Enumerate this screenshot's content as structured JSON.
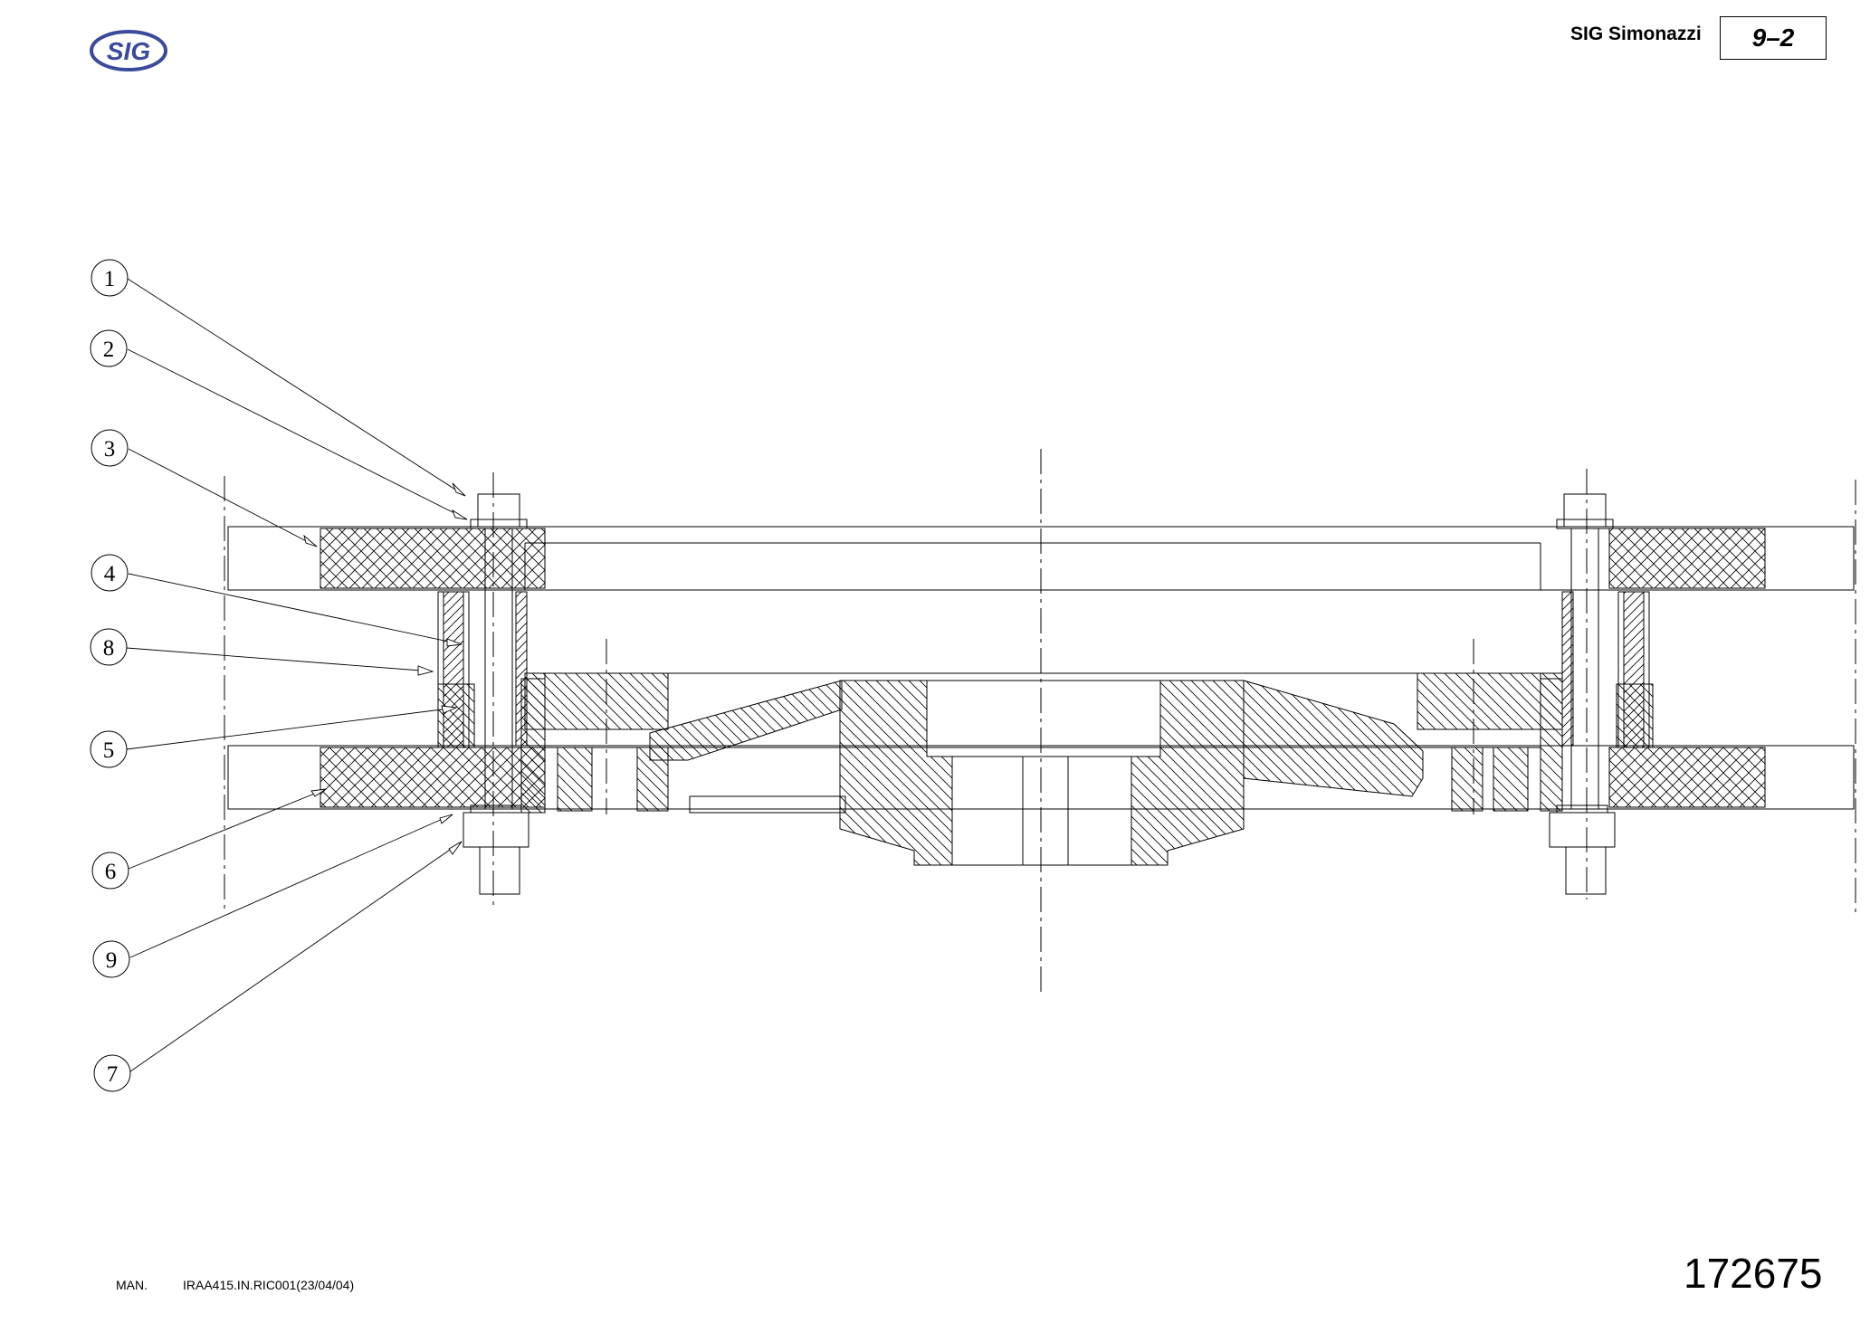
{
  "header": {
    "logo_text": "SIG",
    "brand": "SIG Simonazzi",
    "page_ref": "9–2"
  },
  "callouts": [
    "1",
    "2",
    "3",
    "4",
    "8",
    "5",
    "6",
    "9",
    "7"
  ],
  "footer": {
    "man_label": "MAN.",
    "doc_code": "IRAA415.IN.RIC001(23/04/04)",
    "drawing_number": "172675"
  }
}
